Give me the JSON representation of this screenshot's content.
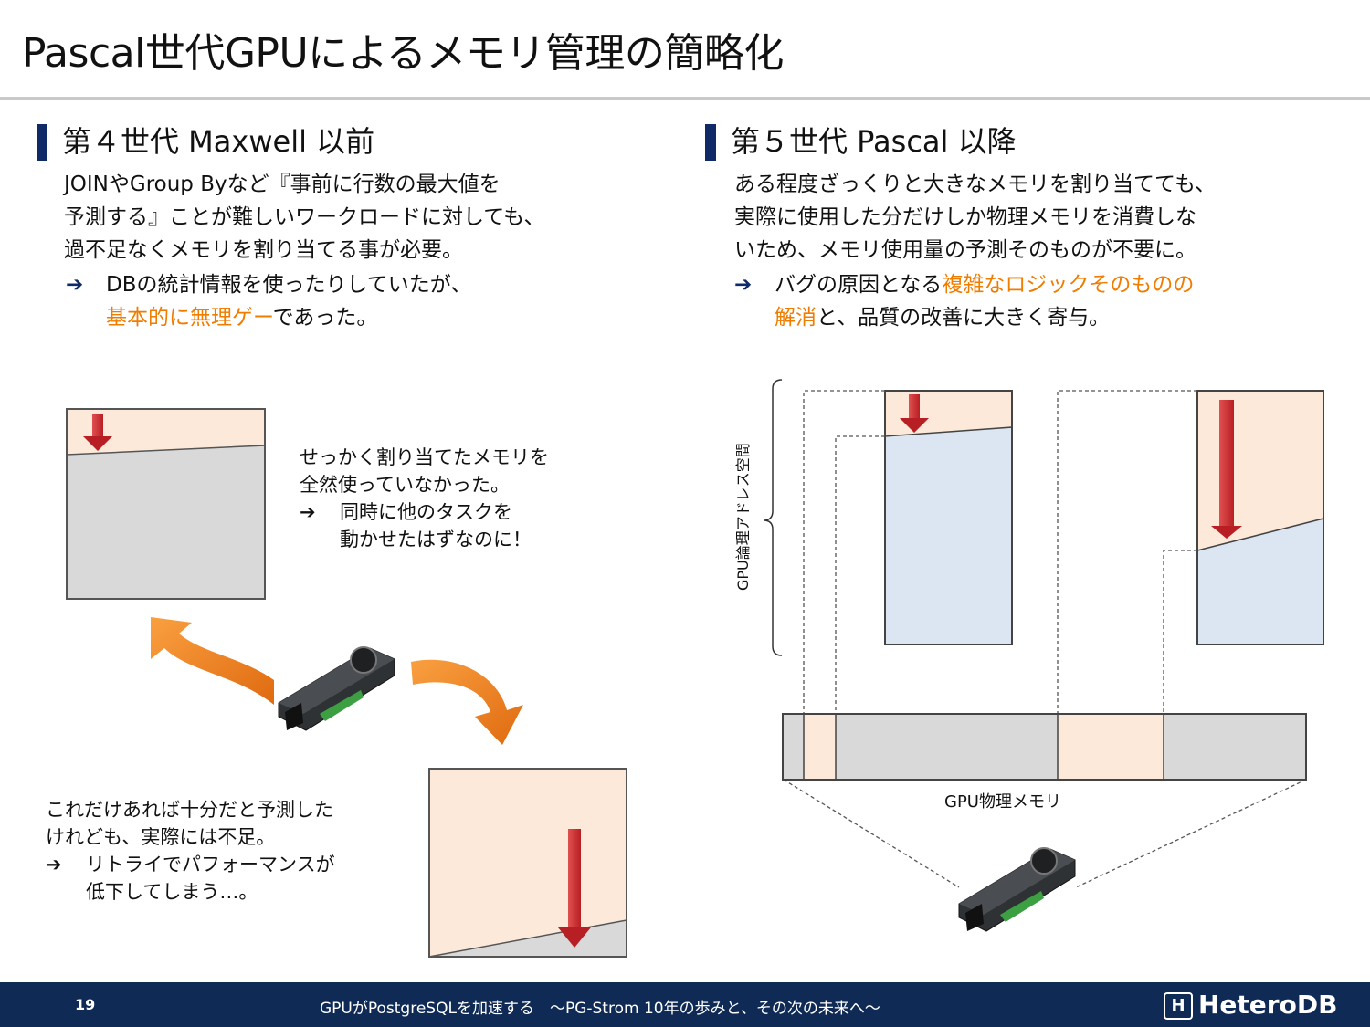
{
  "title": "Pascal世代GPUによるメモリ管理の簡略化",
  "left": {
    "heading": "第４世代 Maxwell 以前",
    "body": [
      "JOINやGroup Byなど『事前に行数の最大値を",
      "予測する』ことが難しいワークロードに対しても、",
      "過不足なくメモリを割り当てる事が必要。"
    ],
    "bullet_line1": "DBの統計情報を使ったりしていたが、",
    "bullet_line2_orange": "基本的に無理ゲー",
    "bullet_line2_rest": "であった。",
    "note_top": [
      "せっかく割り当てたメモリを",
      "全然使っていなかった。"
    ],
    "note_top_bullet": [
      "同時に他のタスクを",
      "動かせたはずなのに！"
    ],
    "note_bottom": [
      "これだけあれば十分だと予測した",
      "けれども、実際には不足。"
    ],
    "note_bottom_bullet": [
      "リトライでパフォーマンスが",
      "低下してしまう…。"
    ]
  },
  "right": {
    "heading": "第５世代 Pascal 以降",
    "body": [
      "ある程度ざっくりと大きなメモリを割り当てても、",
      "実際に使用した分だけしか物理メモリを消費しな",
      "いため、メモリ使用量の予測そのものが不要に。"
    ],
    "bullet_line1_plain": "バグの原因となる",
    "bullet_line1_orange": "複雑なロジックそのものの",
    "bullet_line2_orange": "解消",
    "bullet_line2_rest": "と、品質の改善に大きく寄与。",
    "logical_label": "GPU論理アドレス空間",
    "physical_label": "GPU物理メモリ"
  },
  "footer": {
    "page": "19",
    "title": "GPUがPostgreSQLを加速する　～PG-Strom 10年の歩みと、その次の未来へ～",
    "logo_text": "HeteroDB",
    "logo_mark": "H"
  },
  "colors": {
    "navy": "#0f2a66",
    "orange": "#f07c00",
    "peach": "#fde9d9",
    "lightblue": "#dce6f2",
    "gray": "#d9d9d9",
    "red_arrow": "#c0272d",
    "green_arrow": "#f0892a"
  }
}
